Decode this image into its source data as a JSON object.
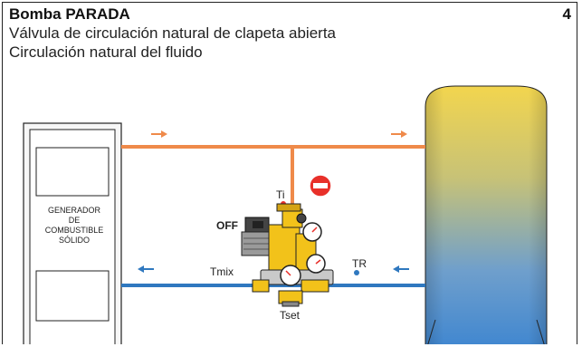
{
  "header": {
    "title": "Bomba PARADA",
    "page_number": "4",
    "line1": "Válvula de circulación natural de clapeta abierta",
    "line2": "Circulación natural del fluido"
  },
  "generator": {
    "lines": [
      "GENERADOR",
      "DE",
      "COMBUSTIBLE",
      "SÓLIDO"
    ]
  },
  "labels": {
    "pump_state": "OFF",
    "ti": "Ti",
    "tmix": "Tmix",
    "tr": "TR",
    "tset": "Tset"
  },
  "colors": {
    "hot_pipe": "#ef8a4a",
    "cold_pipe": "#2f78bf",
    "tank_top": "#e8c84a",
    "tank_bottom": "#3f86d0",
    "stop_sign": "#e8302a",
    "valve_body": "#f2c21a"
  },
  "icons": [
    "stop-icon",
    "pump-icon",
    "valve-group-icon",
    "gauge-icon"
  ]
}
